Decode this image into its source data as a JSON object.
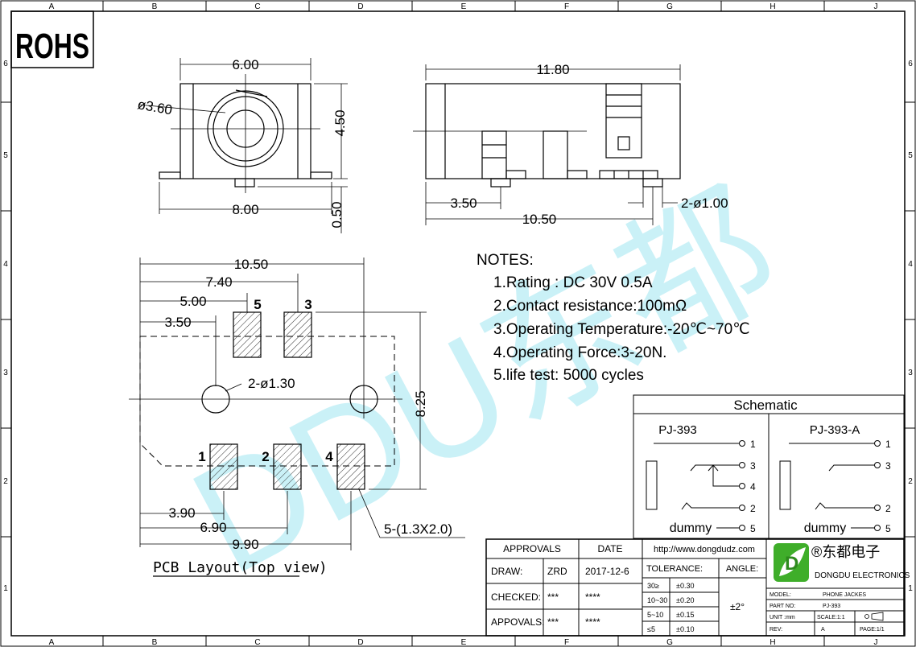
{
  "frame": {
    "col_labels": [
      "A",
      "B",
      "C",
      "D",
      "E",
      "F",
      "G",
      "H",
      "J"
    ],
    "row_labels": [
      "6",
      "5",
      "4",
      "3",
      "2",
      "1"
    ]
  },
  "stamp": {
    "rohs": "ROHS"
  },
  "watermark": "DDU东都",
  "front_view": {
    "dims": {
      "width_top": "6.00",
      "hole_dia": "ø3.60",
      "height": "4.50",
      "width_bottom": "8.00",
      "pin_height": "0.50"
    }
  },
  "side_view": {
    "dims": {
      "length_top": "11.80",
      "pin_offset": "3.50",
      "pin_spec": "2-ø1.00",
      "pin_span": "10.50"
    }
  },
  "pcb_layout": {
    "dims": {
      "d1050": "10.50",
      "d740": "7.40",
      "d500": "5.00",
      "d350": "3.50",
      "holes": "2-ø1.30",
      "d825": "8.25",
      "d390": "3.90",
      "d690": "6.90",
      "d990": "9.90",
      "pads": "5-(1.3X2.0)"
    },
    "pad_labels": {
      "p5": "5",
      "p3": "3",
      "p1": "1",
      "p2": "2",
      "p4": "4"
    },
    "caption": "PCB Layout(Top view)"
  },
  "notes": {
    "heading": "NOTES:",
    "items": [
      "1.Rating : DC 30V 0.5A",
      "2.Contact resistance:100mΩ",
      "3.Operating Temperature:-20℃~70℃",
      "4.Operating Force:3-20N.",
      "5.life test: 5000 cycles"
    ]
  },
  "schematic": {
    "title": "Schematic",
    "left": {
      "name": "PJ-393",
      "pins": [
        "1",
        "3",
        "4",
        "2",
        "5"
      ],
      "dummy": "dummy"
    },
    "right": {
      "name": "PJ-393-A",
      "pins": [
        "1",
        "3",
        "2",
        "5"
      ],
      "dummy": "dummy"
    }
  },
  "title_block": {
    "approvals_header": "APPROVALS",
    "date_header": "DATE",
    "rows": [
      {
        "label": "DRAW:",
        "who": "ZRD",
        "date": "2017-12-6"
      },
      {
        "label": "CHECKED:",
        "who": "***",
        "date": "****"
      },
      {
        "label": "APPOVALS:",
        "who": "***",
        "date": "****"
      }
    ],
    "url": "http://www.dongdudz.com",
    "tolerance_header": "TOLERANCE:",
    "angle_header": "ANGLE:",
    "tolerances": [
      {
        "range": "30≥",
        "tol": "±0.30"
      },
      {
        "range": "10~30",
        "tol": "±0.20"
      },
      {
        "range": "5~10",
        "tol": "±0.15"
      },
      {
        "range": "≤5",
        "tol": "±0.10"
      }
    ],
    "angle": "±2°",
    "company_cn": "®东都电子",
    "company_en": "DONGDU ELECTRONICS",
    "model_label": "MODEL:",
    "model_value": "PHONE JACKES",
    "part_label": "PART NO:",
    "part_value": "PJ-393",
    "unit_label": "UNIT :mm",
    "scale_label": "SCALE:1:1",
    "rev_label": "REV:",
    "rev_value": "A",
    "page_label": "PAGE:1/1"
  }
}
